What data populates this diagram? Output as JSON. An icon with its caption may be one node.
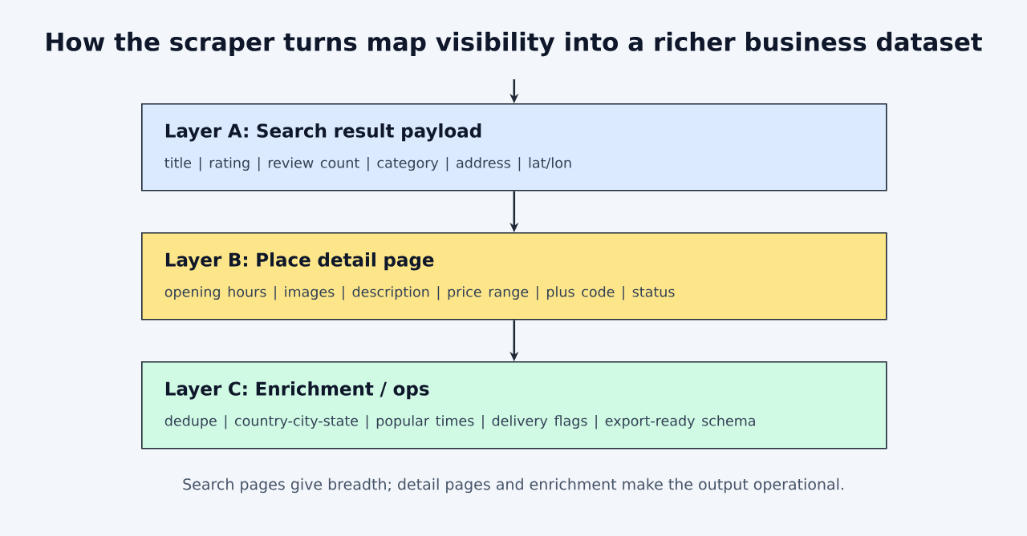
{
  "diagram": {
    "title": "How the scraper turns map visibility into a richer business dataset",
    "caption": "Search pages give breadth; detail pages and enrichment make the output operational.",
    "nodes": [
      {
        "text": [
          "Layer A: Search result payload",
          "title  |  rating  |  review count  |  category  |  address  |  lat/lon"
        ]
      },
      {
        "text": [
          "Layer B: Place detail page",
          "opening hours  |  images  |  description  |  price range  |  plus code  |  status"
        ]
      },
      {
        "text": [
          "Layer C: Enrichment / ops",
          "dedupe  |  country-city-state  |  popular times  |  delivery flags  |  export-ready schema"
        ]
      }
    ],
    "edges": [
      {
        "from": null,
        "to": 0,
        "arrow": "to"
      },
      {
        "from": 0,
        "to": 1,
        "arrow": "to"
      },
      {
        "from": 1,
        "to": 2,
        "arrow": "to"
      }
    ]
  }
}
